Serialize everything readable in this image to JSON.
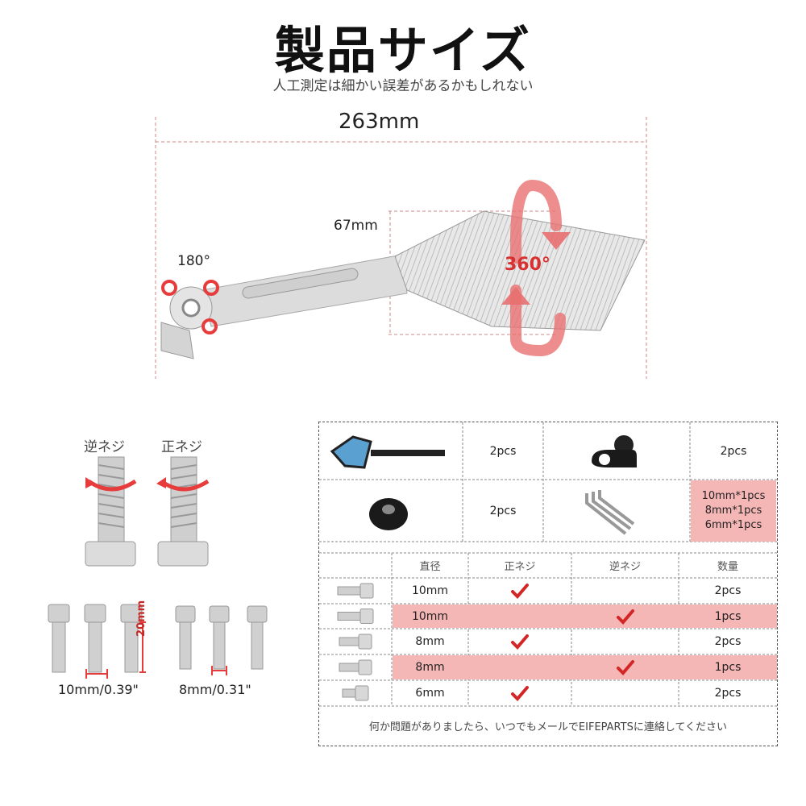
{
  "header": {
    "title": "製品サイズ",
    "subtitle": "人工測定は細かい誤差があるかもしれない"
  },
  "dimensions": {
    "width": "263mm",
    "height": "67mm",
    "pivot_angle": "180°",
    "rotation_angle": "360°"
  },
  "screws": {
    "reverse_label": "逆ネジ",
    "normal_label": "正ネジ",
    "size_10": "10mm/0.39\"",
    "size_8": "8mm/0.31\"",
    "length": "20mm"
  },
  "parts": {
    "mirror_qty": "2pcs",
    "clamp_qty": "2pcs",
    "washer_qty": "2pcs",
    "wrench_qty": [
      "10mm*1pcs",
      "8mm*1pcs",
      "6mm*1pcs"
    ]
  },
  "bolt_table": {
    "headers": [
      "直径",
      "正ネジ",
      "逆ネジ",
      "数量"
    ],
    "rows": [
      {
        "diameter": "10mm",
        "normal": true,
        "reverse": false,
        "qty": "2pcs",
        "highlight": false
      },
      {
        "diameter": "10mm",
        "normal": false,
        "reverse": true,
        "qty": "1pcs",
        "highlight": true
      },
      {
        "diameter": "8mm",
        "normal": true,
        "reverse": false,
        "qty": "2pcs",
        "highlight": false
      },
      {
        "diameter": "8mm",
        "normal": false,
        "reverse": true,
        "qty": "1pcs",
        "highlight": true
      },
      {
        "diameter": "6mm",
        "normal": true,
        "reverse": false,
        "qty": "2pcs",
        "highlight": false
      }
    ],
    "footer": "何か問題がありましたら、いつでもメールでEIFEPARTSに連絡してください"
  },
  "colors": {
    "accent_red": "#e63c3c",
    "highlight_pink": "#f5b6b6"
  }
}
